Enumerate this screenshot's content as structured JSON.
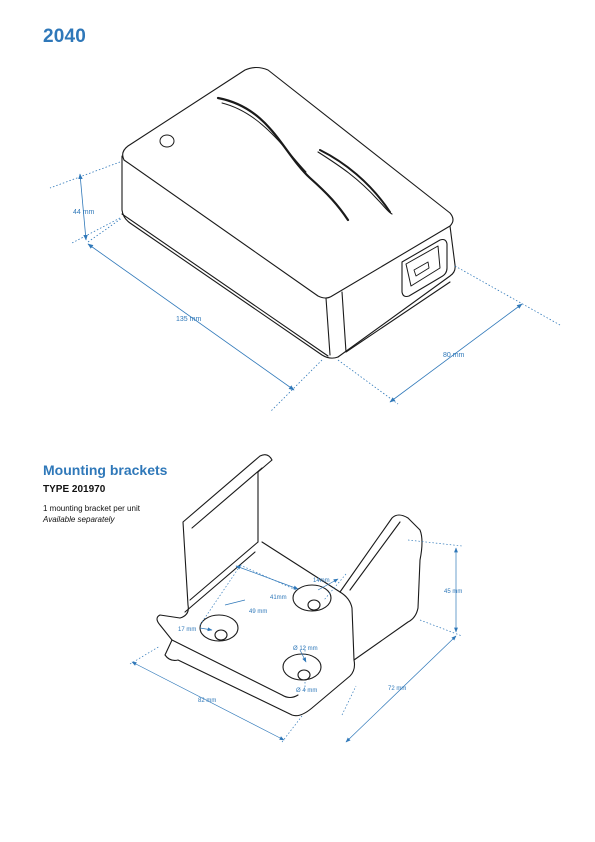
{
  "page_title": "2040",
  "colors": {
    "accent": "#2f78b9",
    "line": "#1a1a1a"
  },
  "product": {
    "dimensions": {
      "height": "44 mm",
      "length": "135 mm",
      "width": "80 mm"
    }
  },
  "bracket": {
    "heading": "Mounting brackets",
    "type_label": "TYPE 201970",
    "quantity_note": "1 mounting bracket per unit",
    "availability_note": "Available separately",
    "dimensions": {
      "hole_spacing_a": "14mm",
      "hole_spacing_b": "41mm",
      "hole_spacing_c": "49 mm",
      "side_offset": "17 mm",
      "hole_diameter_large": "Ø 12 mm",
      "hole_diameter_small": "Ø 4 mm",
      "height": "45 mm",
      "depth": "72 mm",
      "width": "82 mm"
    }
  }
}
